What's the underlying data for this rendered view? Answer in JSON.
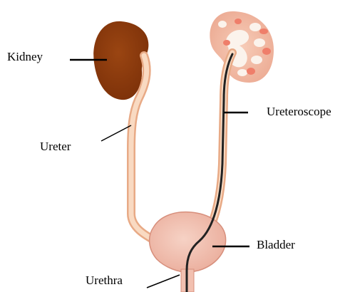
{
  "labels": {
    "kidney": "Kidney",
    "ureter": "Ureter",
    "ureteroscope": "Ureteroscope",
    "bladder": "Bladder",
    "urethra": "Urethra"
  },
  "colors": {
    "left_kidney": "#8b3a0e",
    "right_kidney": "#f2b49b",
    "ureter_tube": "#f4c7a6",
    "bladder": "#f0b8a6",
    "scope": "#222222",
    "leader_line": "#000000"
  }
}
